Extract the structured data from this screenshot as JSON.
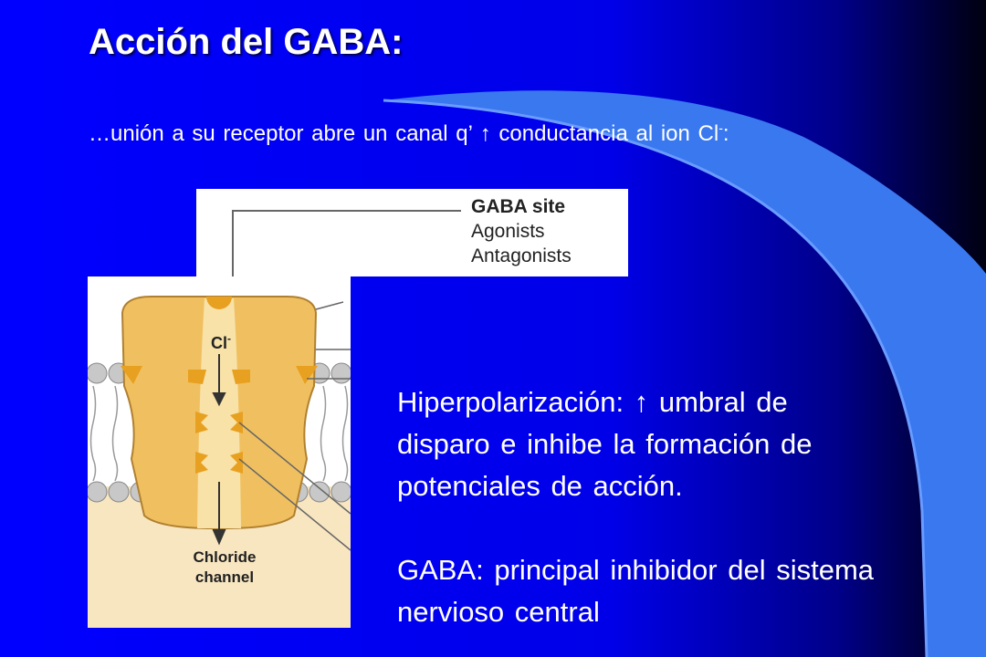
{
  "slide": {
    "title": "Acción del GABA:",
    "intro_text": "…unión a su receptor abre un canal  q’ ↑ conductancia al ion Cl",
    "intro_superscript": "-",
    "intro_suffix": ":",
    "paragraph_1": "Hiperpolarización: ↑ umbral de disparo e inhibe la formación de potenciales de acción.",
    "paragraph_2": "GABA: principal inhibidor del sistema nervioso central"
  },
  "figure": {
    "legend_title": "GABA site",
    "legend_items": [
      "Agonists",
      "Antagonists"
    ],
    "ion_label": "Cl",
    "ion_superscript": "-",
    "channel_label_line1": "Chloride",
    "channel_label_line2": "channel"
  },
  "colors": {
    "background": "#0000ff",
    "swoosh_light": "#3a78f0",
    "channel_fill": "#f0c060",
    "channel_core": "#f8e2a8",
    "membrane": "#c8c8c8",
    "cytoplasm": "#f8e6c0"
  }
}
